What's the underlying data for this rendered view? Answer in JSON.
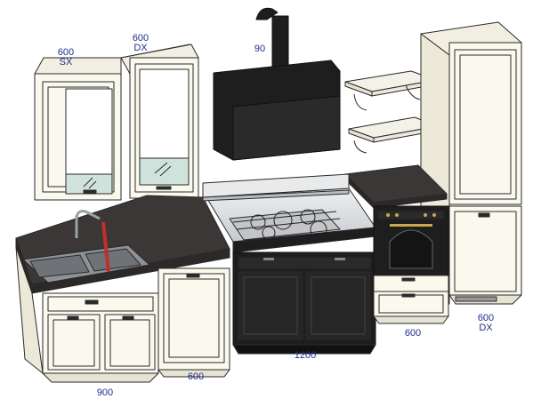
{
  "dimensions": {
    "upper_left": {
      "width": "600",
      "side": "SX"
    },
    "upper_right": {
      "width": "600",
      "side": "DX"
    },
    "hood": {
      "width": "90"
    },
    "sink_base": {
      "width": "900"
    },
    "drawer_base": {
      "width": "600"
    },
    "range": {
      "width": "1200"
    },
    "oven_base": {
      "width": "600"
    },
    "tall_unit": {
      "width": "600",
      "side": "DX"
    }
  },
  "colors": {
    "cabinet_fill": "#fbf9ee",
    "cabinet_line": "#2a2a2a",
    "worktop": "#3a3736",
    "appliance_black": "#1e1e1e",
    "steel": "#d9dbde",
    "glass": "#cfe3dc",
    "label_blue": "#1f2f8c",
    "faucet_water": "#c0302a"
  }
}
